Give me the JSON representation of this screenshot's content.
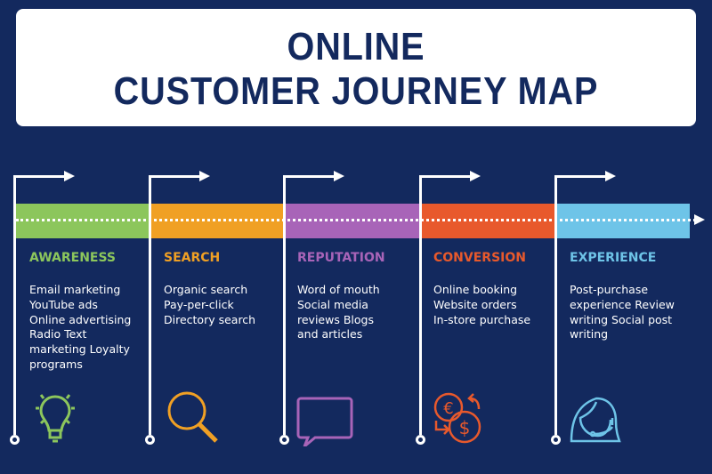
{
  "title": {
    "line1": "ONLINE",
    "line2": "CUSTOMER JOURNEY MAP"
  },
  "stages": [
    {
      "heading": "AWARENESS",
      "color": "#8cc65c",
      "items": [
        "Email marketing",
        "YouTube ads",
        "Online advertising",
        "Radio Text",
        "marketing Loyalty",
        "programs"
      ],
      "icon": "lightbulb-icon"
    },
    {
      "heading": "SEARCH",
      "color": "#f0a024",
      "items": [
        "Organic search",
        "Pay-per-click",
        "Directory search"
      ],
      "icon": "magnifier-icon"
    },
    {
      "heading": "REPUTATION",
      "color": "#a864b8",
      "items": [
        "Word of mouth",
        "Social media",
        "reviews Blogs",
        "and articles"
      ],
      "icon": "speech-bubble-icon"
    },
    {
      "heading": "CONVERSION",
      "color": "#e8592c",
      "items": [
        "Online booking",
        "Website orders",
        "In-store purchase"
      ],
      "icon": "currency-exchange-icon"
    },
    {
      "heading": "EXPERIENCE",
      "color": "#6ec4e8",
      "items": [
        "Post-purchase",
        "experience Review",
        "writing Social post",
        "writing"
      ],
      "icon": "support-agent-icon"
    }
  ]
}
